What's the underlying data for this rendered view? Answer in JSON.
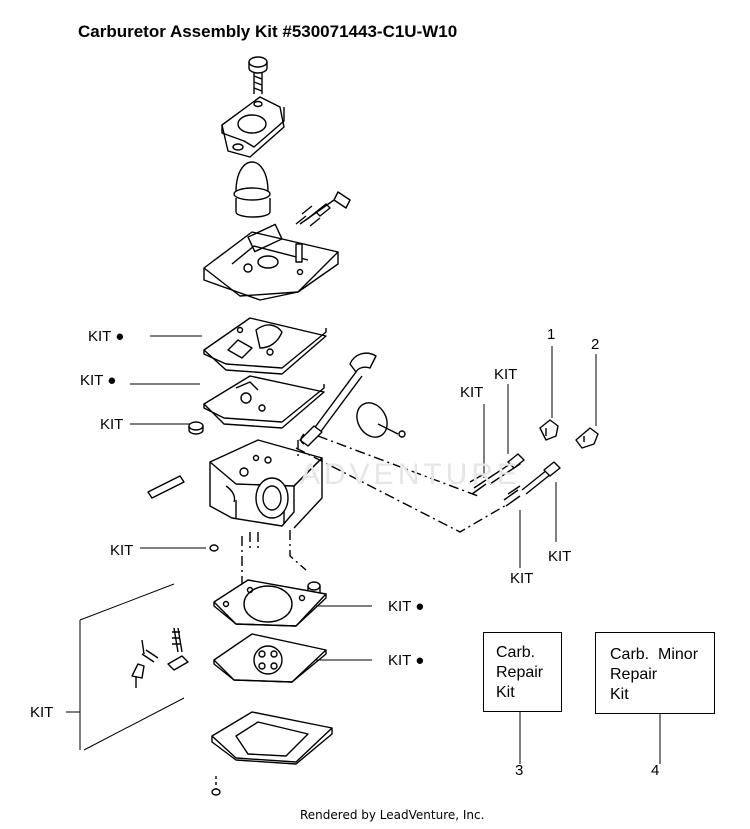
{
  "title": "Carburetor Assembly Kit #530071443-C1U-W10",
  "watermark": "ADVENTURE",
  "footer": "Rendered by LeadVenture, Inc.",
  "kit_label": "KIT",
  "kit_bullet": "KIT ●",
  "callouts": [
    "1",
    "2",
    "3",
    "4"
  ],
  "boxes": [
    {
      "lines": [
        "Carb.",
        "Repair",
        "Kit"
      ]
    },
    {
      "lines": [
        "Carb.  Minor",
        "Repair",
        "Kit"
      ]
    }
  ]
}
